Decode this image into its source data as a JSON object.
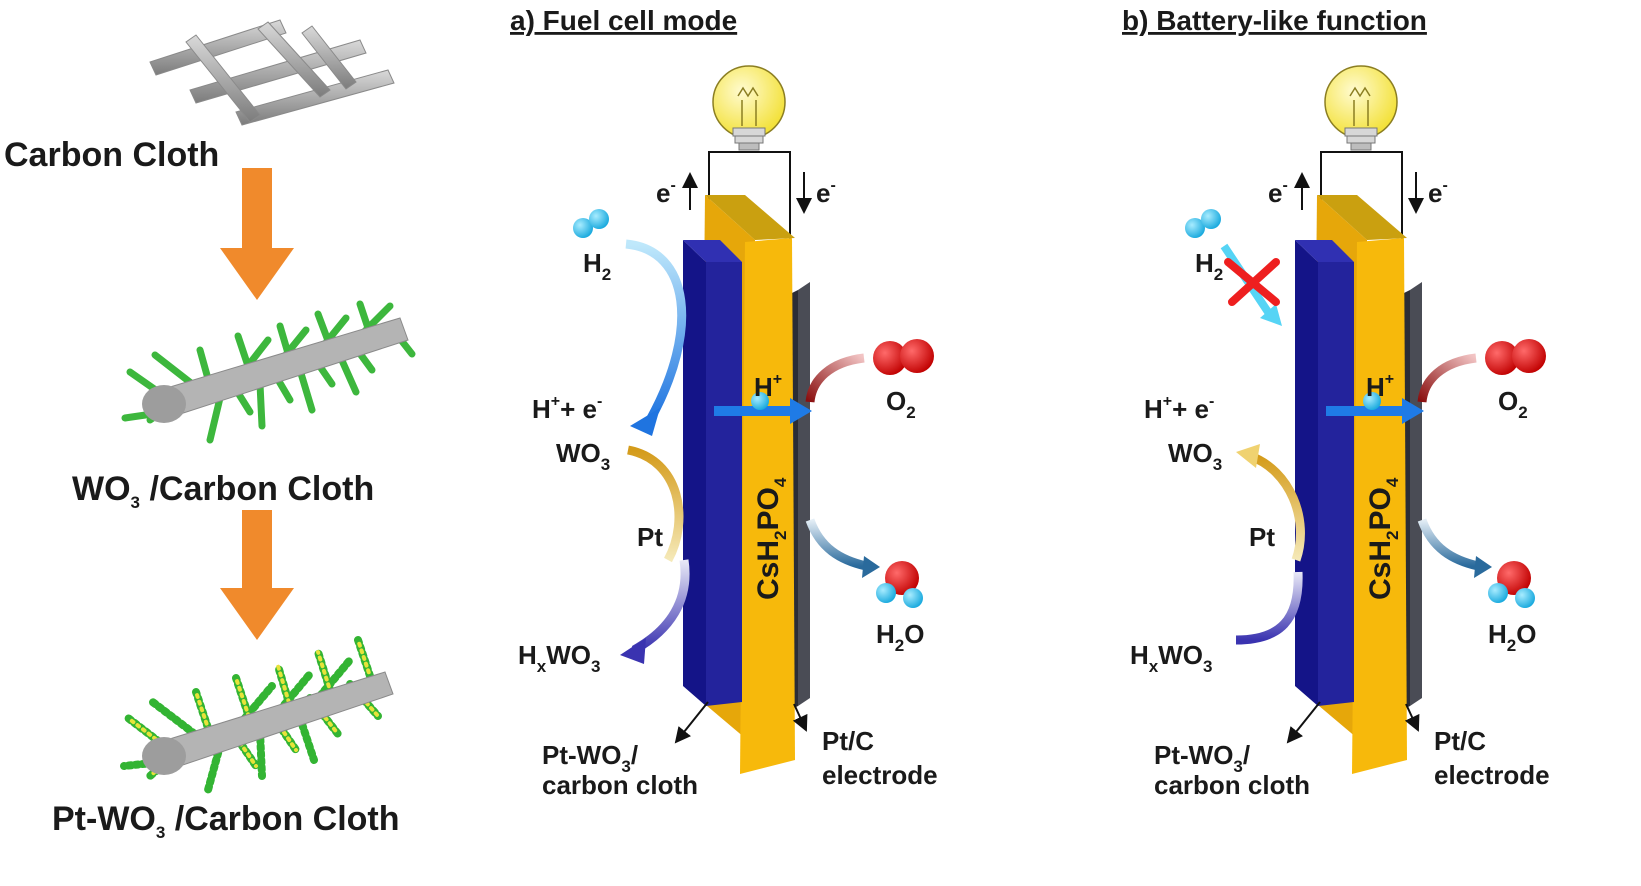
{
  "colors": {
    "blue_plate": "#23239c",
    "blue_plate_side": "#0e0e5e",
    "yellow_plate": "#f7b90b",
    "yellow_plate_top": "#caa010",
    "dark_plate": "#2b2d36",
    "carbon_gray": "#a3a3a3",
    "wo3_green": "#33b433",
    "pt_yellow": "#e8e33a",
    "orange_arrow": "#f08a2c",
    "bulb_yellow": "#f9ee62",
    "h2_cyan": "#1fb8ea",
    "o2_red": "#e30e0e",
    "arrow_blue": "#1f7be6",
    "arrow_gold": "#d8a323",
    "arrow_purple": "#3d37b3",
    "arrow_darkred": "#8b1111",
    "arrow_steel": "#2e6c9c",
    "cross_red": "#ee1f1f"
  },
  "left": {
    "carbon_cloth": "Carbon Cloth",
    "wo3_prefix": "WO",
    "wo3_sub": "3",
    "wo3_suffix": " /Carbon Cloth",
    "pt_prefix": "Pt-WO",
    "pt_sub": "3",
    "pt_suffix": " /Carbon Cloth"
  },
  "panels": [
    {
      "title": "a) Fuel cell mode",
      "electron_left": "e",
      "electron_right": "e",
      "electron_sup": "-",
      "h2": "H",
      "h2_sub": "2",
      "hplus_e": "H",
      "hplus_sup": "+",
      "hplus_e_rest": "+ e",
      "wo3": "WO",
      "wo3_sub": "3",
      "pt": "Pt",
      "hxwo3_h": "H",
      "hxwo3_x": "x",
      "hxwo3_rest": "WO",
      "hxwo3_sub": "3",
      "proton": "H",
      "proton_sup": "+",
      "o2": "O",
      "o2_sub": "2",
      "h2o_h": "H",
      "h2o_sub": "2",
      "h2o_o": "O",
      "electrolyte": "CsH",
      "electrolyte_sub1": "2",
      "electrolyte_mid": "PO",
      "electrolyte_sub2": "4",
      "anode_line1": "Pt-WO",
      "anode_sub": "3",
      "anode_line1_end": "/",
      "anode_line2": "carbon cloth",
      "cathode_line1": "Pt/C",
      "cathode_line2": "electrode"
    },
    {
      "title": "b) Battery-like function",
      "electron_left": "e",
      "electron_right": "e",
      "electron_sup": "-",
      "h2": "H",
      "h2_sub": "2",
      "hplus_e": "H",
      "hplus_sup": "+",
      "hplus_e_rest": "+ e",
      "wo3": "WO",
      "wo3_sub": "3",
      "pt": "Pt",
      "hxwo3_h": "H",
      "hxwo3_x": "x",
      "hxwo3_rest": "WO",
      "hxwo3_sub": "3",
      "proton": "H",
      "proton_sup": "+",
      "o2": "O",
      "o2_sub": "2",
      "h2o_h": "H",
      "h2o_sub": "2",
      "h2o_o": "O",
      "electrolyte": "CsH",
      "electrolyte_sub1": "2",
      "electrolyte_mid": "PO",
      "electrolyte_sub2": "4",
      "anode_line1": "Pt-WO",
      "anode_sub": "3",
      "anode_line1_end": "/",
      "anode_line2": "carbon cloth",
      "cathode_line1": "Pt/C",
      "cathode_line2": "electrode"
    }
  ]
}
